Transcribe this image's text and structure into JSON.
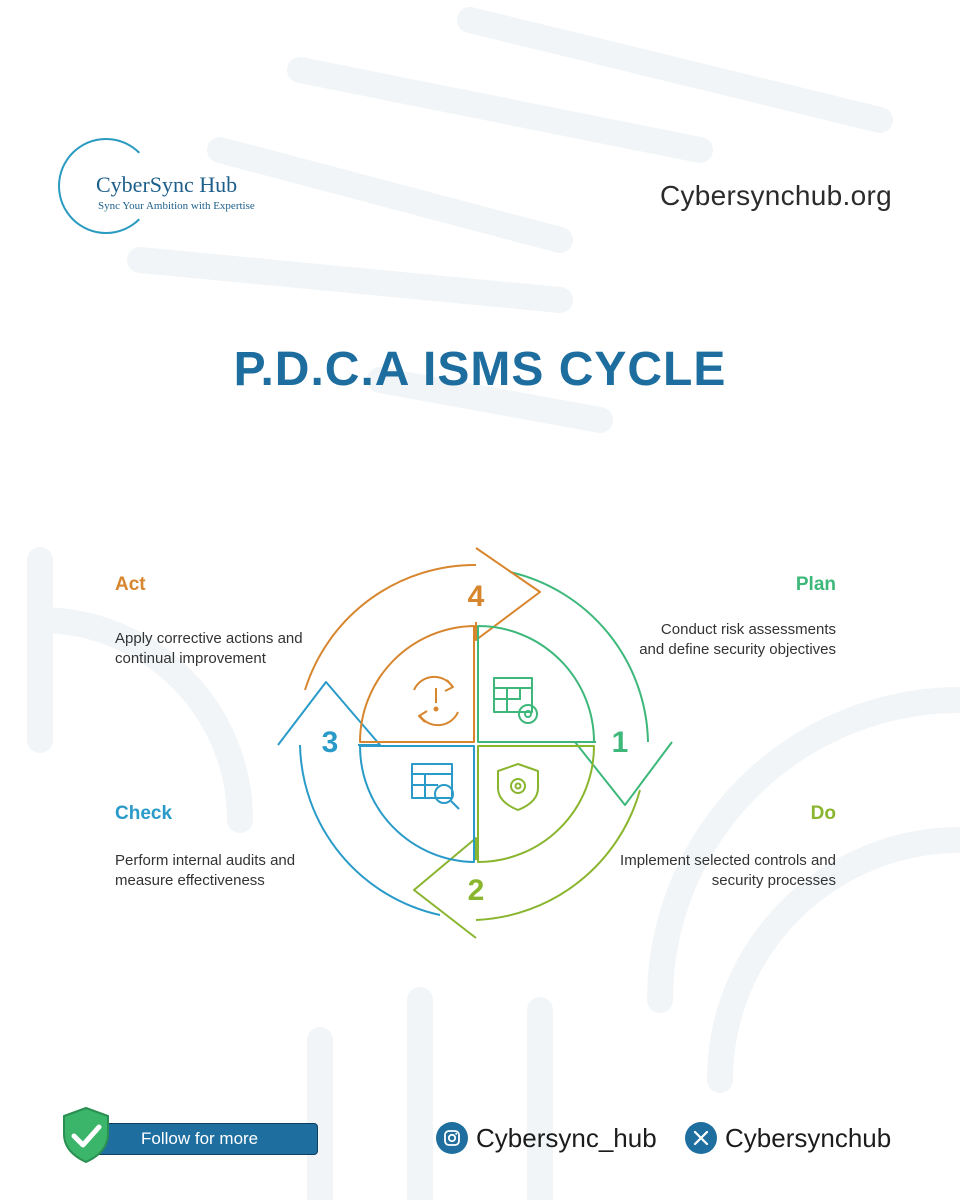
{
  "brand": {
    "name": "CyberSync Hub",
    "tagline": "Sync Your Ambition with Expertise",
    "url": "Cybersynchub.org"
  },
  "title": "P.D.C.A ISMS CYCLE",
  "stages": {
    "plan": {
      "number": "1",
      "label": "Plan",
      "description": "Conduct risk assessments and define security objectives",
      "color": "#3db87a"
    },
    "do": {
      "number": "2",
      "label": "Do",
      "description": "Implement selected controls and security processes",
      "color": "#8ab52e"
    },
    "check": {
      "number": "3",
      "label": "Check",
      "description": "Perform internal audits and measure effectiveness",
      "color": "#2a9bc8"
    },
    "act": {
      "number": "4",
      "label": "Act",
      "description": "Apply corrective actions and continual improvement",
      "color": "#d8862e"
    }
  },
  "footer": {
    "follow_label": "Follow for more",
    "instagram": "Cybersync_hub",
    "x": "Cybersynchub"
  },
  "colors": {
    "title": "#1d6d9e",
    "brand_blue": "#1e6fa0",
    "shield_green": "#3bb56a"
  }
}
